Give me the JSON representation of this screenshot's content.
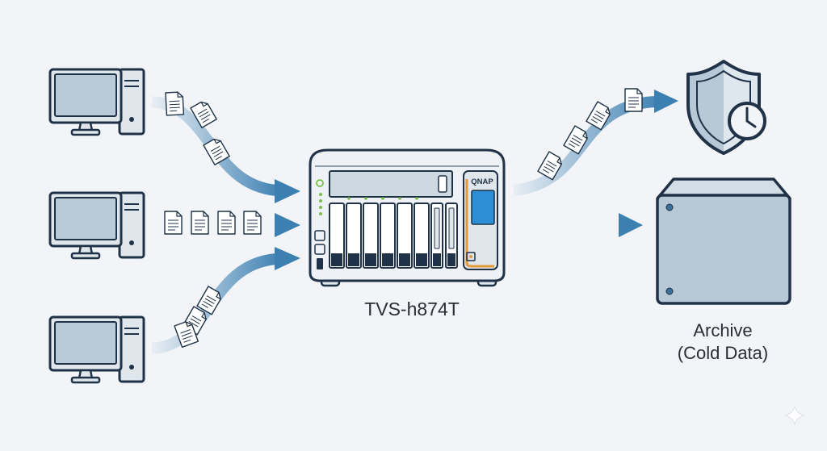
{
  "nas": {
    "model_label": "TVS-h874T",
    "brand": "QNAP"
  },
  "archive": {
    "line1": "Archive",
    "line2": "(Cold Data)"
  },
  "colors": {
    "background": "#f2f4f8",
    "outline": "#1f3247",
    "screen_fill": "#b9cad8",
    "panel_fill": "#dfe6ec",
    "flow_arrow": "#3c7fb1",
    "display_blue": "#2e8fd6",
    "accent_orange": "#e39a3b",
    "led_green": "#7cc04b"
  },
  "icons": {
    "computers": [
      "desktop-computer-icon",
      "desktop-computer-icon",
      "desktop-computer-icon"
    ],
    "security": "shield-clock-icon",
    "storage": "archive-box-icon",
    "document": "document-icon",
    "sparkle": "sparkle-icon"
  }
}
